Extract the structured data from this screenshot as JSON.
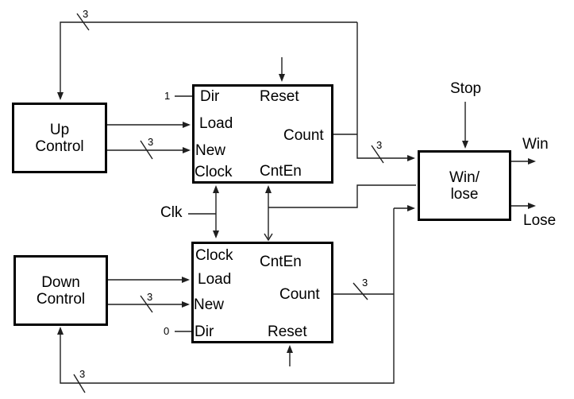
{
  "colors": {
    "ink": "#1f1f1f",
    "background": "#ffffff"
  },
  "blocks": {
    "up_control": {
      "label": "Up\nControl"
    },
    "down_control": {
      "label": "Down\nControl"
    },
    "win_lose": {
      "label": "Win/\nlose"
    }
  },
  "up_counter": {
    "dir": "Dir",
    "reset": "Reset",
    "load": "Load",
    "count": "Count",
    "new": "New",
    "clock": "Clock",
    "cnten": "CntEn"
  },
  "down_counter": {
    "clock": "Clock",
    "cnten": "CntEn",
    "load": "Load",
    "count": "Count",
    "new": "New",
    "dir": "Dir",
    "reset": "Reset"
  },
  "signals": {
    "clk": "Clk",
    "stop": "Stop",
    "win": "Win",
    "lose": "Lose"
  },
  "constants": {
    "up_dir_value": "1",
    "down_dir_value": "0"
  },
  "bus_markers": {
    "top_feedback": "3",
    "up_new": "3",
    "win_input": "3",
    "down_new": "3",
    "down_count": "3",
    "bottom_feedback": "3"
  }
}
